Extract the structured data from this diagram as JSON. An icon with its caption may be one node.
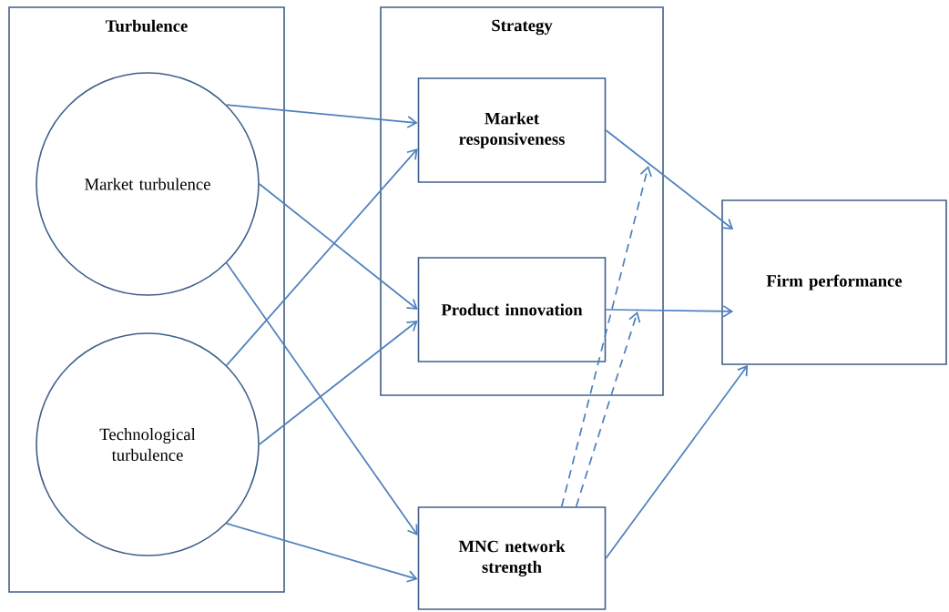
{
  "diagram": {
    "nodes": [
      {
        "text": [
          "Turbulence"
        ]
      },
      {
        "text": [
          "Market turbulence"
        ],
        "in": 0
      },
      {
        "text": [
          "Technological turbulence"
        ],
        "in": 0
      },
      {
        "text": [
          "Strategy"
        ]
      },
      {
        "text": [
          "Market responsiveness"
        ],
        "in": 3
      },
      {
        "text": [
          "Product innovation"
        ],
        "in": 3
      },
      {
        "text": [
          "MNC network strength"
        ]
      },
      {
        "text": [
          "Firm performance"
        ]
      }
    ],
    "edges": [
      {
        "from": 1,
        "to": 4,
        "arrow": "to"
      },
      {
        "from": 1,
        "to": 5,
        "arrow": "to"
      },
      {
        "from": 1,
        "to": 6,
        "arrow": "to"
      },
      {
        "from": 2,
        "to": 4,
        "arrow": "to"
      },
      {
        "from": 2,
        "to": 5,
        "arrow": "to"
      },
      {
        "from": 2,
        "to": 6,
        "arrow": "to"
      },
      {
        "from": 4,
        "to": 7,
        "arrow": "to"
      },
      {
        "from": 5,
        "to": 7,
        "arrow": "to"
      },
      {
        "from": 6,
        "to": 7,
        "arrow": "to"
      },
      {
        "from": 6,
        "to": null,
        "arrow": "to",
        "style": "dashed"
      },
      {
        "from": 6,
        "to": null,
        "arrow": "to",
        "style": "dashed"
      }
    ]
  }
}
